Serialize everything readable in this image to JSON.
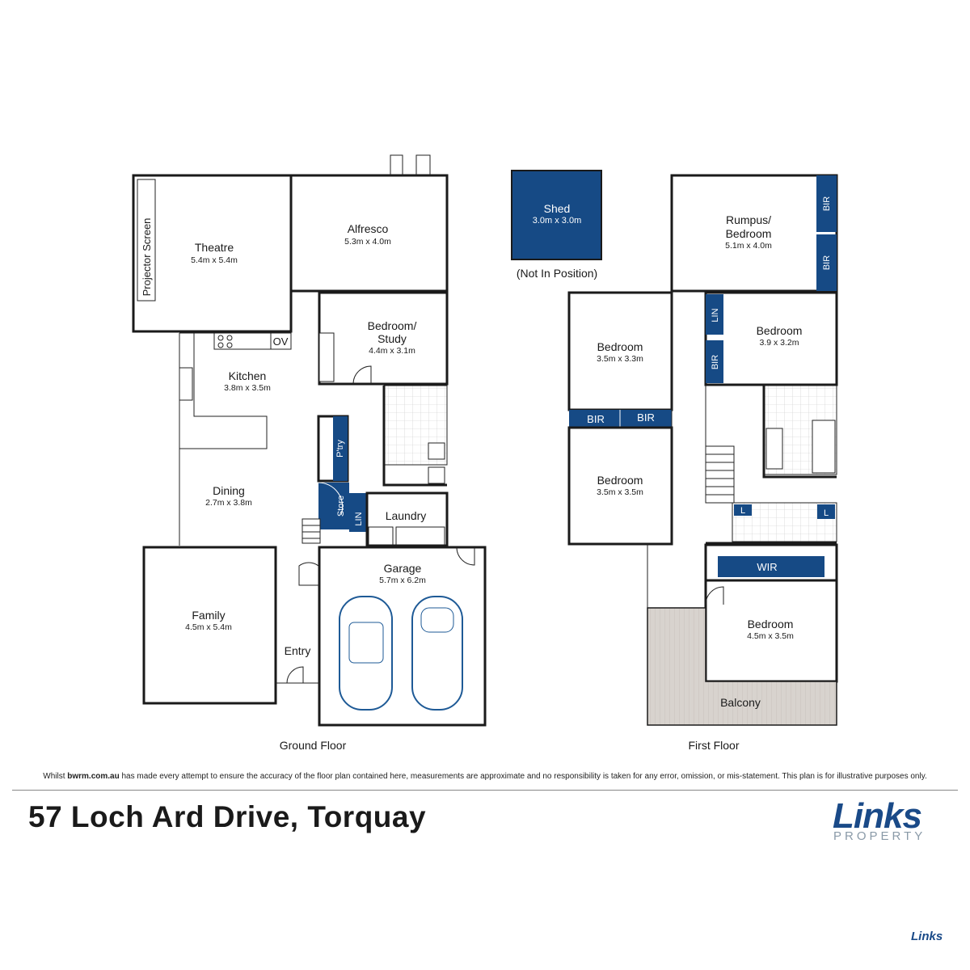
{
  "address": "57 Loch Ard Drive, Torquay",
  "disclaimer": {
    "pre": "Whilst ",
    "site": "bwrm.com.au",
    "post": " has made every attempt to ensure the accuracy of the floor plan contained here, measurements are approximate and no responsibility is taken for any error, omission, or mis-statement. This plan is for illustrative purposes only."
  },
  "logo": {
    "word": "Links",
    "sub": "PROPERTY",
    "mini": "Links"
  },
  "colors": {
    "accent": "#164a85",
    "wall": "#1a1a1a",
    "balcony": "#d8d3ce"
  },
  "ground_floor": {
    "caption": "Ground Floor",
    "theatre": {
      "name": "Theatre",
      "dims": "5.4m x 5.4m"
    },
    "projector": "Projector Screen",
    "alfresco": {
      "name": "Alfresco",
      "dims": "5.3m x 4.0m"
    },
    "bedroom_study": {
      "name1": "Bedroom/",
      "name2": "Study",
      "dims": "4.4m x 3.1m"
    },
    "kitchen": {
      "name": "Kitchen",
      "dims": "3.8m x 3.5m"
    },
    "oven": "OV",
    "pantry": "P'try",
    "dining": {
      "name": "Dining",
      "dims": "2.7m x 3.8m"
    },
    "store": "Store",
    "lin": "LIN",
    "laundry": "Laundry",
    "garage": {
      "name": "Garage",
      "dims": "5.7m x 6.2m"
    },
    "family": {
      "name": "Family",
      "dims": "4.5m x 5.4m"
    },
    "entry": "Entry"
  },
  "shed": {
    "name": "Shed",
    "dims": "3.0m x 3.0m",
    "note": "(Not In Position)"
  },
  "first_floor": {
    "caption": "First Floor",
    "rumpus": {
      "name1": "Rumpus/",
      "name2": "Bedroom",
      "dims": "5.1m x 4.0m"
    },
    "bir": "BIR",
    "lin": "LIN",
    "linen_short": "L",
    "bedroom_a": {
      "name": "Bedroom",
      "dims": "3.5m x 3.3m"
    },
    "bedroom_b": {
      "name": "Bedroom",
      "dims": "3.9 x 3.2m"
    },
    "bedroom_c": {
      "name": "Bedroom",
      "dims": "3.5m x 3.5m"
    },
    "wir": "WIR",
    "bedroom_d": {
      "name": "Bedroom",
      "dims": "4.5m x 3.5m"
    },
    "balcony": "Balcony"
  }
}
